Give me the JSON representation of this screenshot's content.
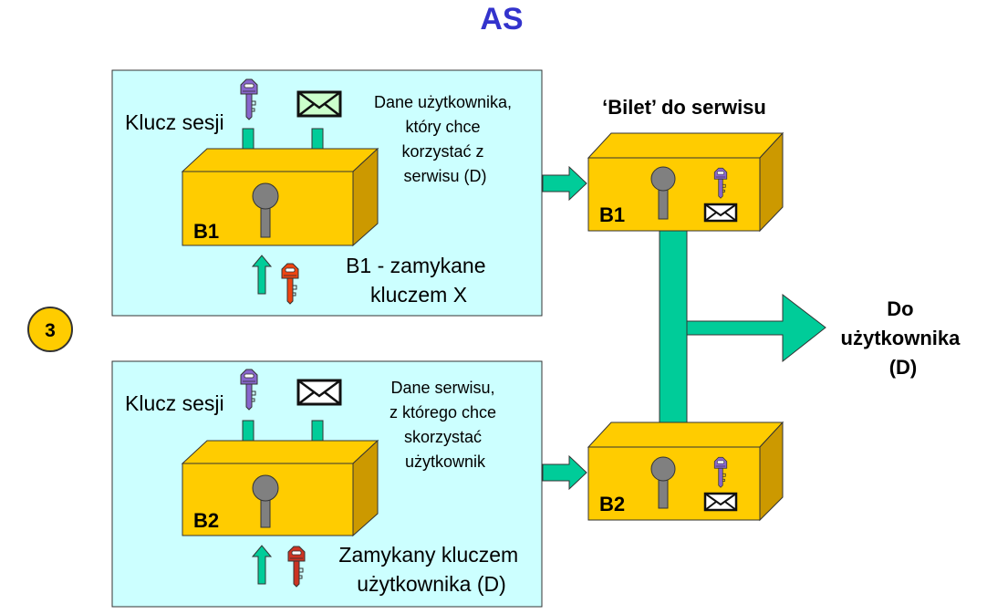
{
  "title": "AS",
  "step_number": "3",
  "panel_top": {
    "session_key_label": "Klucz sesji",
    "description_lines": [
      "Dane użytkownika,",
      "który chce",
      "korzystać z",
      "serwisu (D)"
    ],
    "box_label": "B1",
    "lock_caption_lines": [
      "B1 - zamykane",
      "kluczem X"
    ]
  },
  "panel_bottom": {
    "session_key_label": "Klucz sesji",
    "description_lines": [
      "Dane serwisu,",
      "z którego chce",
      "skorzystać",
      "użytkownik"
    ],
    "box_label": "B2",
    "lock_caption_lines": [
      "Zamykany kluczem",
      "użytkownika (D)"
    ]
  },
  "ticket": {
    "label": "‘Bilet’ do serwisu",
    "box1_label": "B1",
    "box2_label": "B2"
  },
  "destination_lines": [
    "Do",
    "użytkownika",
    "(D)"
  ],
  "colors": {
    "title": "#3333cc",
    "panel_fill": "#ccffff",
    "box_fill": "#ffcc00",
    "arrow": "#00cc99",
    "badge": "#ffcc00",
    "key_purple": "#8866cc",
    "key_red": "#ee4411"
  },
  "icons": [
    "key-icon",
    "envelope-icon",
    "keyhole-icon",
    "arrow-icon"
  ]
}
